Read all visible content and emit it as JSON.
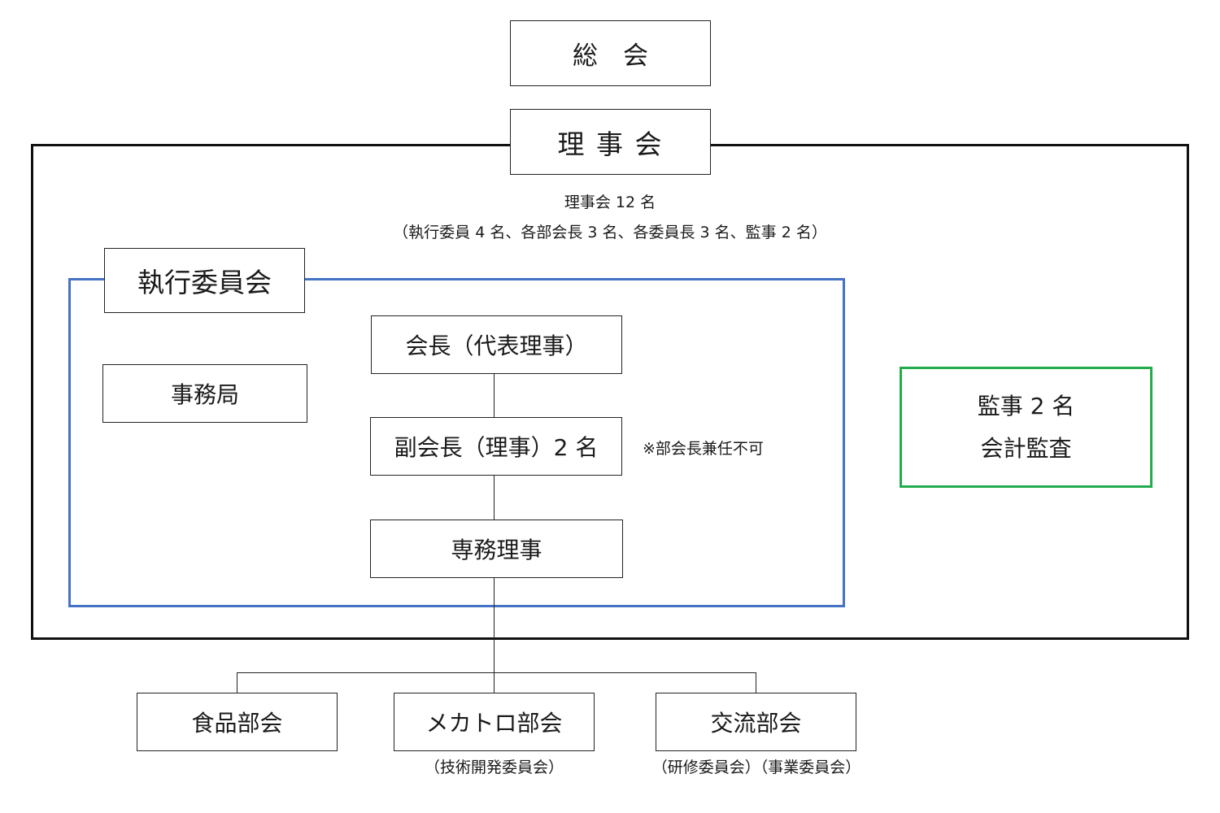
{
  "general_meeting": {
    "label": "総　会"
  },
  "board": {
    "label": "理 事 会",
    "count_note": "理事会 12 名",
    "breakdown_note": "（執行委員 4 名、各部会長 3 名、各委員長 3 名、監事 2 名）"
  },
  "executive_committee": {
    "label": "執行委員会",
    "secretariat": "事務局",
    "chairman": "会長（代表理事）",
    "vice_chairman": "副会長（理事）2 名",
    "vice_note": "※部会長兼任不可",
    "managing_director": "専務理事"
  },
  "audit": {
    "line1": "監事 2 名",
    "line2": "会計監査"
  },
  "divisions": [
    {
      "label": "食品部会",
      "sub": ""
    },
    {
      "label": "メカトロ部会",
      "sub": "（技術開発委員会）"
    },
    {
      "label": "交流部会",
      "sub": "（研修委員会）（事業委員会）"
    }
  ],
  "colors": {
    "outer": "#111111",
    "executive": "#4472c4",
    "audit": "#22ac4c"
  }
}
